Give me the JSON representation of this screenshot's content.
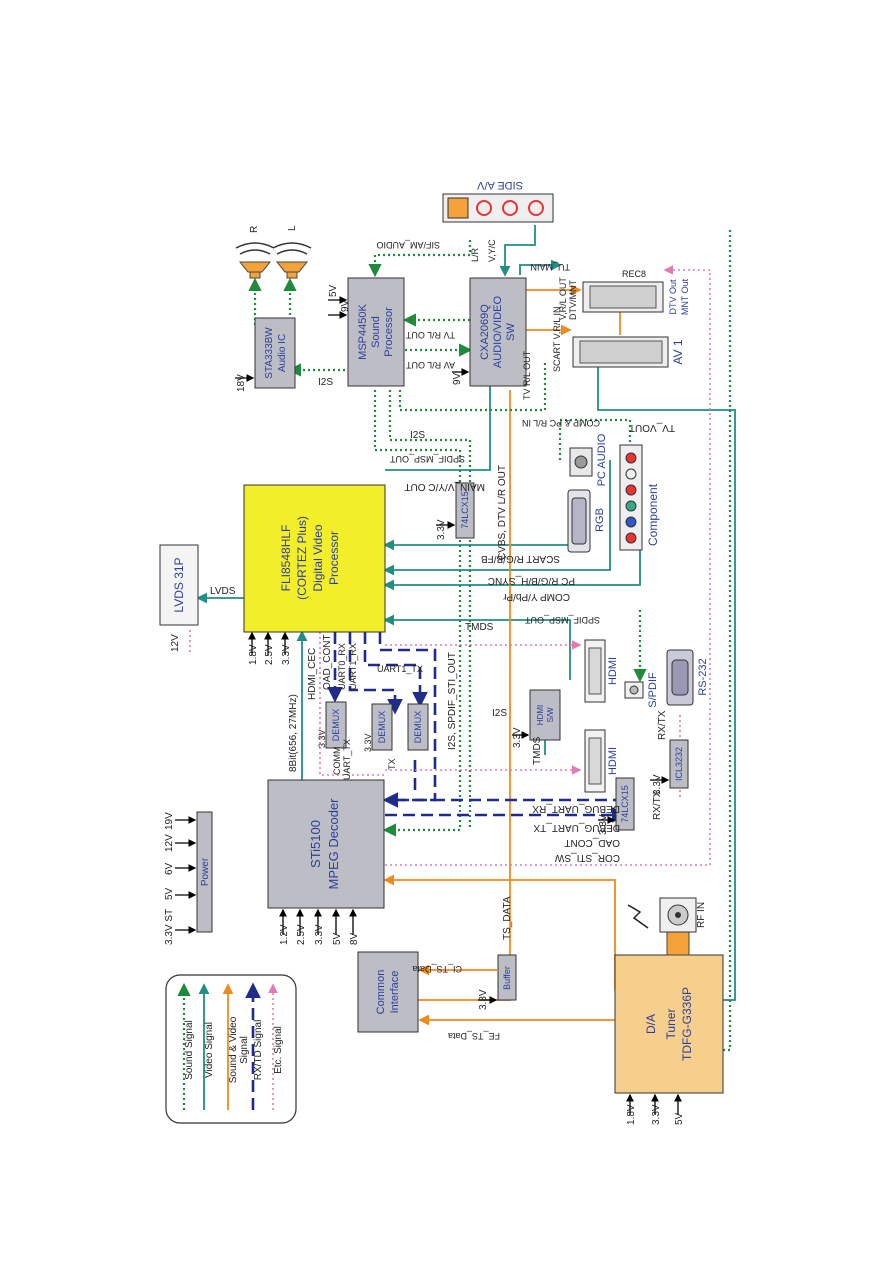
{
  "blocks": {
    "mpeg": {
      "line1": "STi5100",
      "line2": "MPEG Decoder"
    },
    "dvp": {
      "line1": "FLI8548HLF",
      "line2": "(CORTEZ Plus)",
      "line3": "Digital Video",
      "line4": "Processor"
    },
    "lvds": "LVDS 31P",
    "sound": {
      "line1": "MSP4450K",
      "line2": "Sound",
      "line3": "Processor"
    },
    "avsw": {
      "line1": "CXA2069Q",
      "line2": "AUDIO/VIDEO",
      "line3": "SW"
    },
    "audioic": {
      "line1": "STA333BW",
      "line2": "Audio IC"
    },
    "ci": {
      "line1": "Common",
      "line2": "Interface"
    },
    "buffer": "Buffer",
    "tuner": {
      "line1": "D/A",
      "line2": "Tuner",
      "line3": "TDFG-G336P"
    },
    "power": "Power",
    "demux1": "DEMUX",
    "demux2": "DEMUX",
    "demux3": "DEMUX",
    "hdmisw": {
      "line1": "HDMI",
      "line2": "S/W"
    },
    "lcx_top": "74LCX15",
    "lcx_bottom": "74LCX15",
    "icl": "ICL3232",
    "av1": "AV 1",
    "side_av": "SIDE A/V",
    "rf_in": "RF IN",
    "hdmi_a": "HDMI",
    "hdmi_b": "HDMI",
    "rs232": "RS-232",
    "spdif": "S/PDIF",
    "rgb": "RGB",
    "pc_audio": "PC AUDIO",
    "component": "Component",
    "dtv_out": "DTV Out",
    "mnt_out": "MNT Out",
    "rec8": "REC8",
    "speaker_r": "R",
    "speaker_l": "L"
  },
  "power_labels": {
    "mpeg": [
      "1.2V",
      "2.5V",
      "3.3V",
      "5V",
      "8V"
    ],
    "dvp": [
      "1.8V",
      "2.5V",
      "3.3V"
    ],
    "supply": [
      "3.3V ST",
      "5V",
      "6V",
      "12V",
      "19V"
    ],
    "tuner": [
      "1.8V",
      "3.3V",
      "5V"
    ],
    "sound": [
      "5V",
      "9V"
    ],
    "audioic": "18V",
    "avsw": "9V",
    "buffer": "3.3V",
    "lcx_top": "3.3V",
    "lcx_bottom": "3.3V",
    "hdmisw": "3.3V",
    "icl": "3.3V",
    "demux": "3.3V"
  },
  "signal_labels": {
    "lvds": "LVDS",
    "v12": "12V",
    "eight_bit": "8Bit(656, 27MHz)",
    "hdmi_cec": "HDMI_CEC",
    "oad_cont": "OAD_CONT",
    "uart0_rx": "UART0_RX",
    "uart1_rx": "UART1_RX",
    "uart1_tx": "UART1_TX",
    "uart_tx": "UART_TX",
    "comm": "COMM",
    "tx": "TX",
    "i2s_spdif": "I2S, SPDIF_STI_OUT",
    "tmds": "TMDS",
    "tmds2": "TMDS",
    "i2s": "I2S",
    "i2s_sp": "I2S",
    "i2s_mid": "I2S",
    "debug_rx": "DEBUG_UART_RX",
    "debug_tx": "DEBUG_UART_TX",
    "oad_cont2": "OAD_CONT",
    "cor_sw": "COR_STI_SW",
    "rx_tx1": "RX/TX",
    "rx_tx2": "RX/TX",
    "ts_data": "TS_DATA",
    "ci_ts": "CI_TS_Data",
    "fe_ts": "FE_TS_Data",
    "cvbs": "CVBS, DTV L/R OUT",
    "main_vyc": "MAIN_V/Y/C OUT",
    "spdif_msp_out": "SPDIF_MSP_OUT",
    "spdif_msp_out2": "SPDIF_MSP_OUT",
    "scart_rgb": "SCART R/G/B/FB",
    "pc_rgb": "PC R/G/B/H_SYNC",
    "comp_ypbpr": "COMP Y/Pb/Pr",
    "comp_pc_rl": "COMP & PC R/L IN",
    "tv_vout": "TV_VOUT",
    "scart_vrl": "SCART V,R/L IN",
    "tv_rl_out": "TV R/L OUT",
    "dtv_mnt": "DTV/MNT",
    "v_rl_out": "V,R/L OUT",
    "tu_main": "TU_MAIN",
    "sif_am": "SIF/AM_AUDIO",
    "lr": "L/R",
    "vyc": "V,Y/C",
    "av_rl_out": "AV R/L OUT",
    "tv_rl_out2": "TV R/L OUT"
  },
  "legend": {
    "sound": "Sound Signal",
    "video": "Video Signal",
    "sv1": "Sound & Video",
    "sv2": "Signal",
    "rx": "RX/TD Signal",
    "etc": "Etc. Signal"
  },
  "colors": {
    "sound": "#1e8a3c",
    "video": "#1f8f86",
    "sound_video": "#f08a1c",
    "rxtd": "#1f2c8a",
    "etc": "#e07ab0",
    "dvp": "#f2ee2a",
    "tuner": "#f6cf8c",
    "ic": "#bdbdc6"
  }
}
